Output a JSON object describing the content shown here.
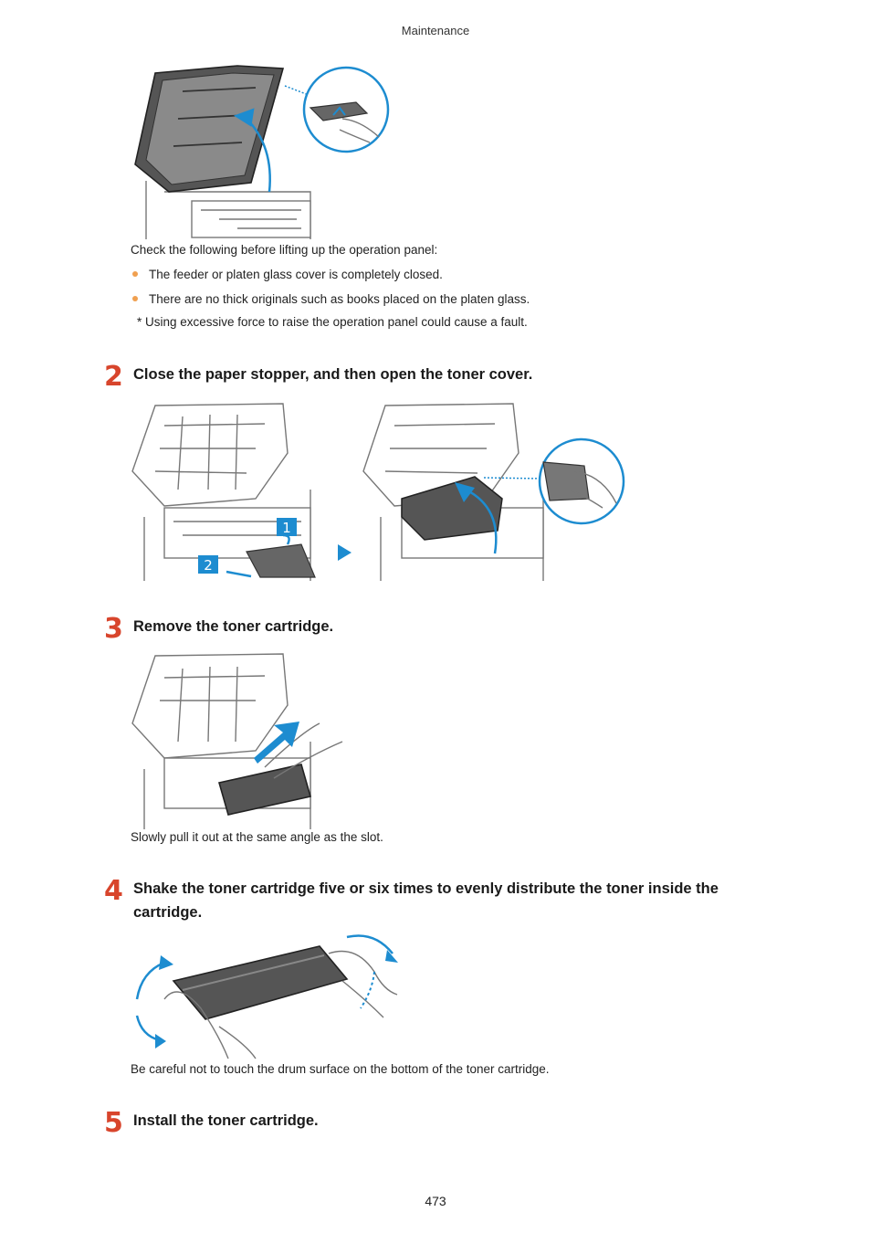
{
  "header": {
    "section": "Maintenance"
  },
  "intro": {
    "check_text": "Check the following before lifting up the operation panel:",
    "bullets": [
      "The feeder or platen glass cover is completely closed.",
      "There are no thick originals such as books placed on the platen glass."
    ],
    "note": "* Using excessive force to raise the operation panel could cause a fault."
  },
  "steps": [
    {
      "number": "2",
      "title": "Close the paper stopper, and then open the toner cover.",
      "badges": [
        "1",
        "2"
      ]
    },
    {
      "number": "3",
      "title": "Remove the toner cartridge.",
      "caption": "Slowly pull it out at the same angle as the slot."
    },
    {
      "number": "4",
      "title": "Shake the toner cartridge five or six times to evenly distribute the toner inside the",
      "title_cont": "cartridge.",
      "caption": "Be careful not to touch the drum surface on the bottom of the toner cartridge."
    },
    {
      "number": "5",
      "title": "Install the toner cartridge."
    }
  ],
  "footer": {
    "page_number": "473"
  },
  "colors": {
    "accent_step": "#d8452c",
    "illustration_blue": "#1d8cd0",
    "bullet": "#f0a050"
  },
  "icons": [
    "printer-open-illustration",
    "zoom-callout",
    "blue-arrow",
    "play-arrow-icon"
  ]
}
